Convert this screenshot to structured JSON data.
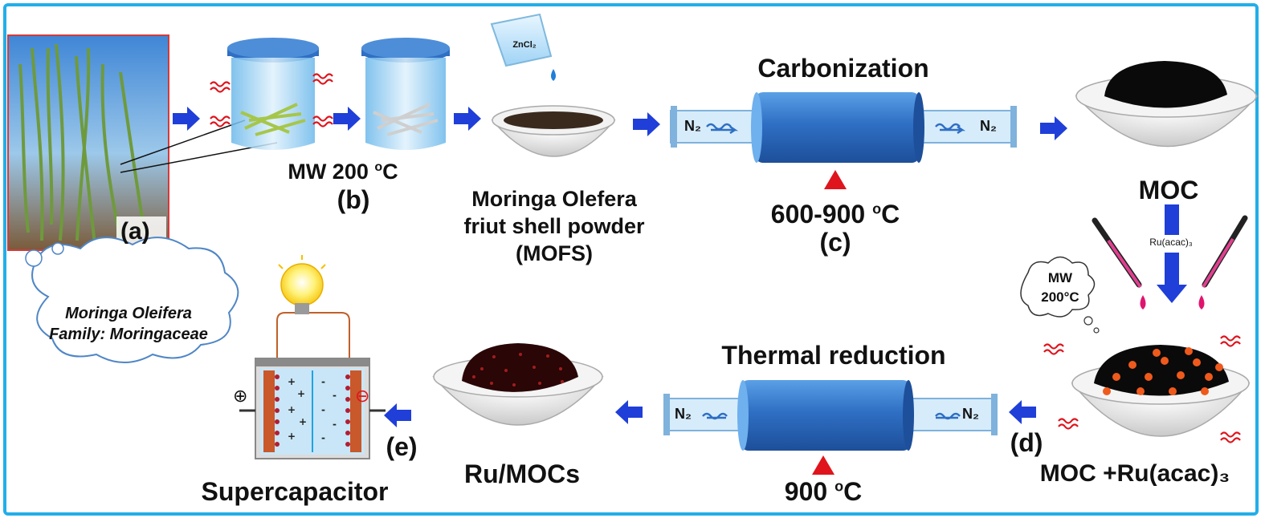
{
  "steps": {
    "a": {
      "tag": "(a)"
    },
    "b": {
      "line1": "MW 200",
      "deg": "o",
      "unit": "C",
      "tag": "(b)"
    },
    "mofs": {
      "line1": "Moringa Olefera",
      "line2": "friut shell powder",
      "line3": "(MOFS)",
      "beaker": "ZnCl₂"
    },
    "c": {
      "title": "Carbonization",
      "temp": "600-900",
      "deg": "o",
      "unit": "C",
      "tag": "(c)",
      "gas_in": "N₂",
      "gas_out": "N₂"
    },
    "moc": {
      "label": "MOC",
      "reagent": "Ru(acac)₃"
    },
    "d": {
      "bubble1": "MW",
      "bubble2": "200°C",
      "label": "MOC +Ru(acac)₃",
      "tag": "(d)"
    },
    "reduction": {
      "title": "Thermal reduction",
      "temp": "900",
      "deg": "o",
      "unit": "C",
      "gas_in": "N₂",
      "gas_out": "N₂"
    },
    "ru": {
      "label": "Ru/MOCs"
    },
    "e": {
      "label": "Supercapacitor",
      "tag": "(e)",
      "plus": "⊕",
      "minus": "⊖"
    },
    "cloud": {
      "line1": "Moringa Oleifera",
      "line2": "Family: Moringaceae"
    }
  },
  "colors": {
    "frame": "#22aee8",
    "arrow": "#1f3fd8",
    "tube": "#2f6fc4",
    "red": "#e0141c"
  }
}
